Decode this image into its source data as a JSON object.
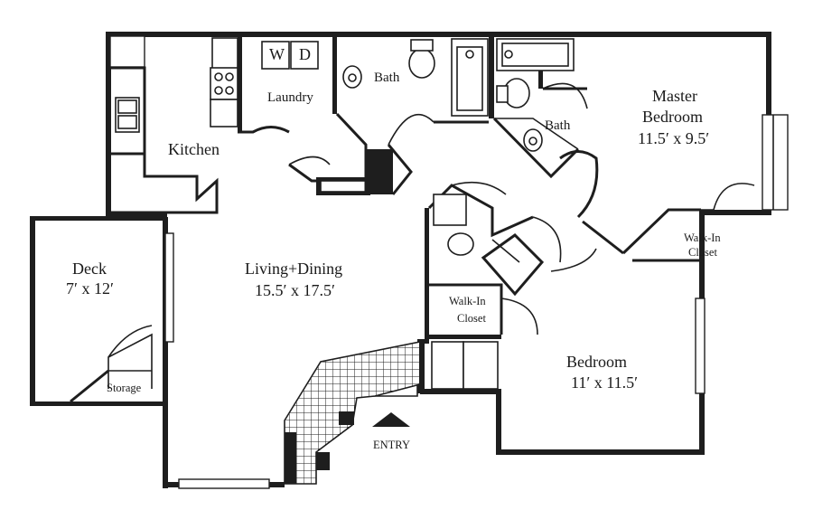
{
  "rooms": {
    "kitchen": "Kitchen",
    "laundry": "Laundry",
    "bath1": "Bath",
    "bath2": "Bath",
    "master_name": "Master Bedroom",
    "master_line1": "Master",
    "master_line2": "Bedroom",
    "master_size": "11.5′ x 9.5′",
    "deck": "Deck",
    "deck_size": "7′ x 12′",
    "living": "Living+Dining",
    "living_size": "15.5′ x 17.5′",
    "storage": "Storage",
    "walkin1_line1": "Walk-In",
    "walkin1_line2": "Closet",
    "walkin2_line1": "Walk-In",
    "walkin2_line2": "Closet",
    "bedroom": "Bedroom",
    "bedroom_size": "11′ x 11.5′",
    "washer": "W",
    "dryer": "D",
    "entry": "ENTRY"
  }
}
